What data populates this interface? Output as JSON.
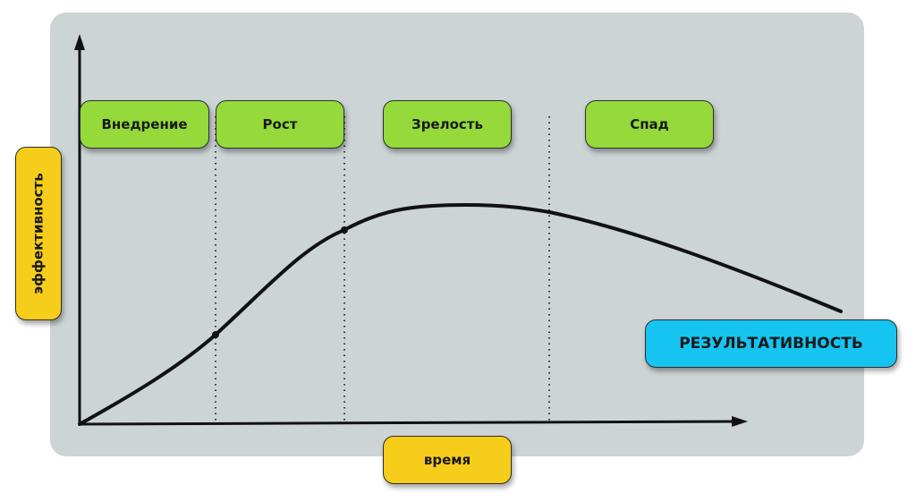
{
  "stages": [
    "Внедрение",
    "Рост",
    "Зрелость",
    "Спад"
  ],
  "y_axis_label": "эффективность",
  "x_axis_label": "время",
  "curve_label": "РЕЗУЛЬТАТИВНОСТЬ",
  "colors": {
    "panel": "#ccd4d6",
    "stage_box": "#95d93a",
    "axis_label_box": "#f7cd1b",
    "curve_label_box": "#16c4f1",
    "curve": "#111111"
  }
}
